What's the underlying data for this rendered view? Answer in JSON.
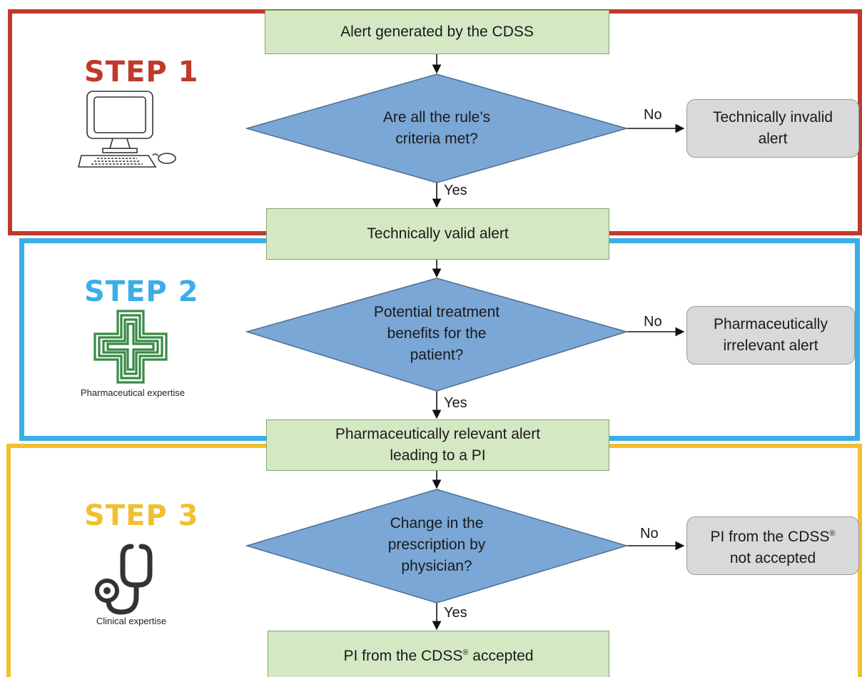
{
  "steps": [
    {
      "label": "STEP 1",
      "color": "#c0392b",
      "icon": "computer-icon",
      "caption": ""
    },
    {
      "label": "STEP 2",
      "color": "#3aaee8",
      "icon": "pharmacy-cross-icon",
      "caption": "Pharmaceutical expertise"
    },
    {
      "label": "STEP 3",
      "color": "#f0c030",
      "icon": "stethoscope-icon",
      "caption": "Clinical expertise"
    }
  ],
  "nodes": {
    "alert_generated": "Alert generated by the CDSS",
    "q1_line1": "Are all the rule’s",
    "q1_line2": "criteria met?",
    "invalid_line1": "Technically invalid",
    "invalid_line2": "alert",
    "valid": "Technically valid alert",
    "q2_line1": "Potential treatment",
    "q2_line2": "benefits for the",
    "q2_line3": "patient?",
    "irrelevant_line1": "Pharmaceutically",
    "irrelevant_line2": "irrelevant alert",
    "relevant_line1": "Pharmaceutically relevant alert",
    "relevant_line2": "leading to a PI",
    "q3_line1": "Change in the",
    "q3_line2": "prescription by",
    "q3_line3": "physician?",
    "not_accepted_line1": "PI from the CDSS",
    "not_accepted_sup": "®",
    "not_accepted_line2": "not accepted",
    "accepted_pre": "PI from the CDSS",
    "accepted_sup": "®",
    "accepted_post": " accepted"
  },
  "edge_labels": {
    "yes": "Yes",
    "no": "No"
  },
  "colors": {
    "green_fill": "#d5e8c4",
    "diamond_fill": "#7aa7d6",
    "grey_fill": "#d9d9d9"
  }
}
